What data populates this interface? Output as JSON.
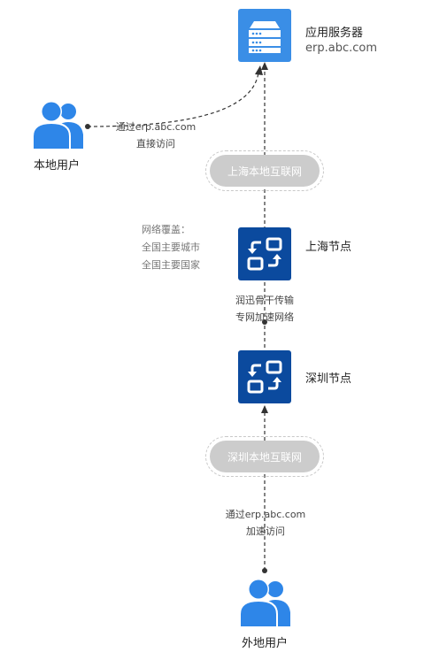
{
  "app_server": {
    "title": "应用服务器",
    "domain": "erp.abc.com",
    "icon": "server-icon"
  },
  "local_user": {
    "label": "本地用户",
    "access_line1": "通过erp.abc.com",
    "access_line2": "直接访问",
    "icon": "users-icon"
  },
  "shanghai_internet": {
    "label": "上海本地互联网"
  },
  "coverage": {
    "line1": "网络覆盖：",
    "line2": "全国主要城市",
    "line3": "全国主要国家"
  },
  "shanghai_node": {
    "label": "上海节点",
    "icon": "sync-node-icon"
  },
  "backbone": {
    "line1": "润迅骨干传输",
    "line2": "专网加速网络"
  },
  "shenzhen_node": {
    "label": "深圳节点",
    "icon": "sync-node-icon"
  },
  "shenzhen_internet": {
    "label": "深圳本地互联网"
  },
  "remote_user": {
    "label": "外地用户",
    "access_line1": "通过erp.abc.com",
    "access_line2": "加速访问",
    "icon": "users-icon"
  },
  "colors": {
    "server": "#3a8ee6",
    "node": "#0b4a9e",
    "user": "#2e86e8",
    "pill": "#cccccc"
  }
}
